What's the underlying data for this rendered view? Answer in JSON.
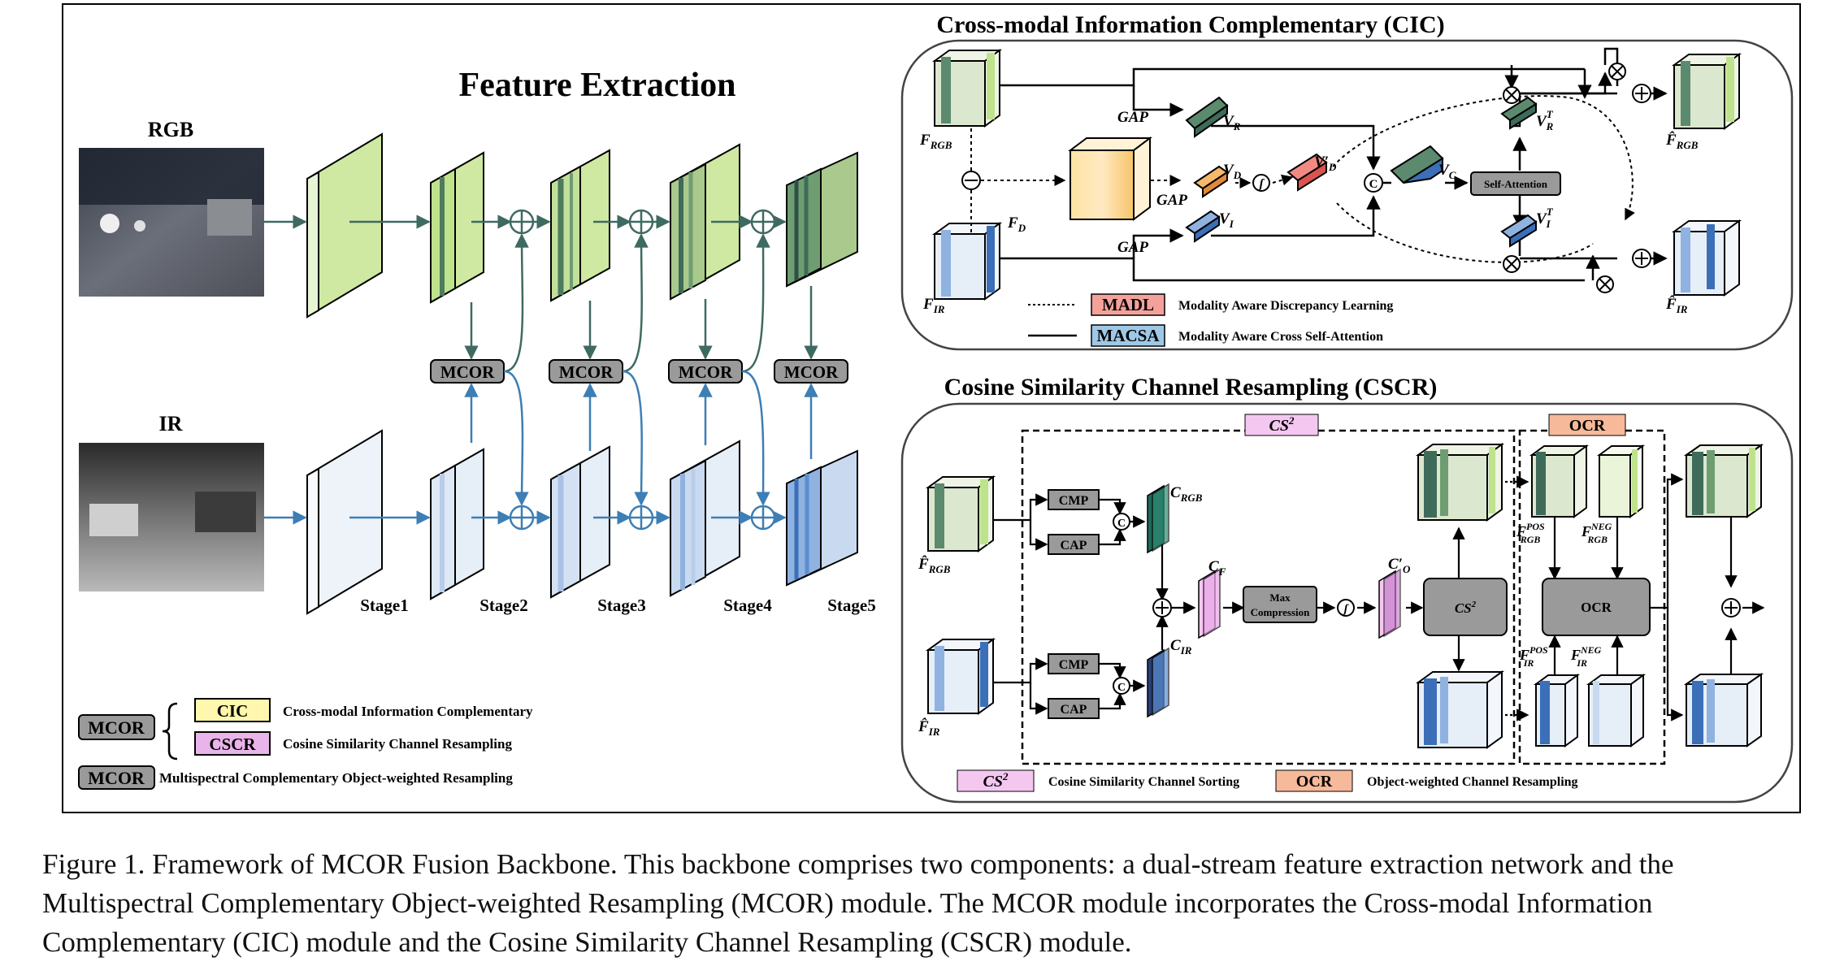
{
  "feature_extraction": {
    "title": "Feature Extraction",
    "rgb_label": "RGB",
    "ir_label": "IR",
    "stages": [
      "Stage1",
      "Stage2",
      "Stage3",
      "Stage4",
      "Stage5"
    ],
    "mcor_block": "MCOR",
    "legend": {
      "mcor": "MCOR",
      "cic": "CIC",
      "cic_desc": "Cross-modal Information Complementary",
      "cscr": "CSCR",
      "cscr_desc": "Cosine Similarity Channel Resampling",
      "mcor2": "MCOR",
      "mcor_desc": "Multispectral Complementary Object-weighted Resampling"
    }
  },
  "cic": {
    "title": "Cross-modal Information Complementary (CIC)",
    "f_rgb": "F",
    "f_rgb_sub": "RGB",
    "f_ir": "F",
    "f_ir_sub": "IR",
    "f_d": "F",
    "f_d_sub": "D",
    "gap": "GAP",
    "v_r": "V",
    "v_r_sub": "R",
    "v_d": "V",
    "v_d_sub": "D",
    "v_i": "V",
    "v_i_sub": "I",
    "v_dp": "V′",
    "v_dp_sub": "D",
    "v_c": "V",
    "v_c_sub": "C",
    "v_rt_sub": "R",
    "v_it_sub": "I",
    "t_sup": "T",
    "self_attention": "Self-Attention",
    "out_rgb_sub": "RGB",
    "out_ir_sub": "IR",
    "madl": "MADL",
    "madl_desc": "Modality Aware Discrepancy Learning",
    "macsa": "MACSA",
    "macsa_desc": "Modality Aware Cross Self-Attention"
  },
  "cscr": {
    "title": "Cosine Similarity Channel Resampling (CSCR)",
    "cs2": "CS",
    "cs2_sup": "2",
    "ocr": "OCR",
    "cmp": "CMP",
    "cap": "CAP",
    "c_rgb_sub": "RGB",
    "c_ir_sub": "IR",
    "c_f_sub": "F",
    "c_o_sub": "O",
    "c_letter": "C",
    "c_prime": "C′",
    "max_compression_1": "Max",
    "max_compression_2": "Compression",
    "f_letter": "F",
    "rgb_sub": "RGB",
    "ir_sub": "IR",
    "pos": "POS",
    "neg": "NEG",
    "legend_cs_desc": "Cosine Similarity Channel Sorting",
    "legend_ocr_desc": "Object-weighted Channel Resampling"
  },
  "colors": {
    "green": "#c8e6a0",
    "dark_green": "#3f6b5a",
    "blue": "#5b8fd0",
    "light_blue": "#dfe8f5",
    "grey": "#888888",
    "pink": "#f4c7f1",
    "salmon": "#f6b99a",
    "red": "#f28a82",
    "yellow": "#fff4b0",
    "macsa_blue": "#9fc8e6"
  },
  "caption": "Figure 1. Framework of MCOR Fusion Backbone. This backbone comprises two components: a dual-stream feature extraction network and the Multispectral Complementary Object-weighted Resampling (MCOR) module. The MCOR module incorporates the Cross-modal Information Complementary (CIC) module and the Cosine Similarity Channel Resampling (CSCR) module."
}
